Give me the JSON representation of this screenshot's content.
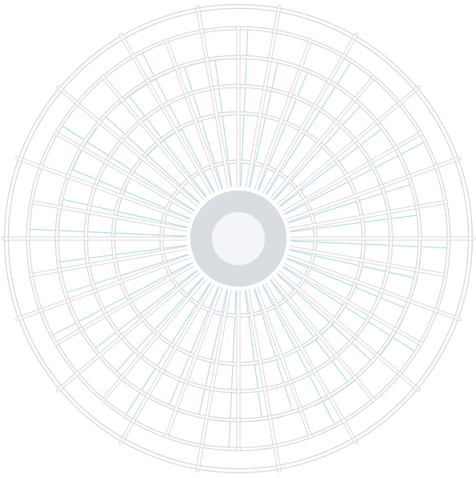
{
  "scene": {
    "subject": "fan-guard-grille",
    "background_color": "#ffffff",
    "wire_color": "#ffffff",
    "wire_outline_color": "#d8d8d8",
    "rim_color": "#d6d6d6",
    "accent_line_color": "#5bb3d9",
    "hub_outer_color": "#d9dde2",
    "hub_inner_color": "#f3f5f8",
    "radial_wire_count": 36,
    "concentric_ring_count": 6
  }
}
